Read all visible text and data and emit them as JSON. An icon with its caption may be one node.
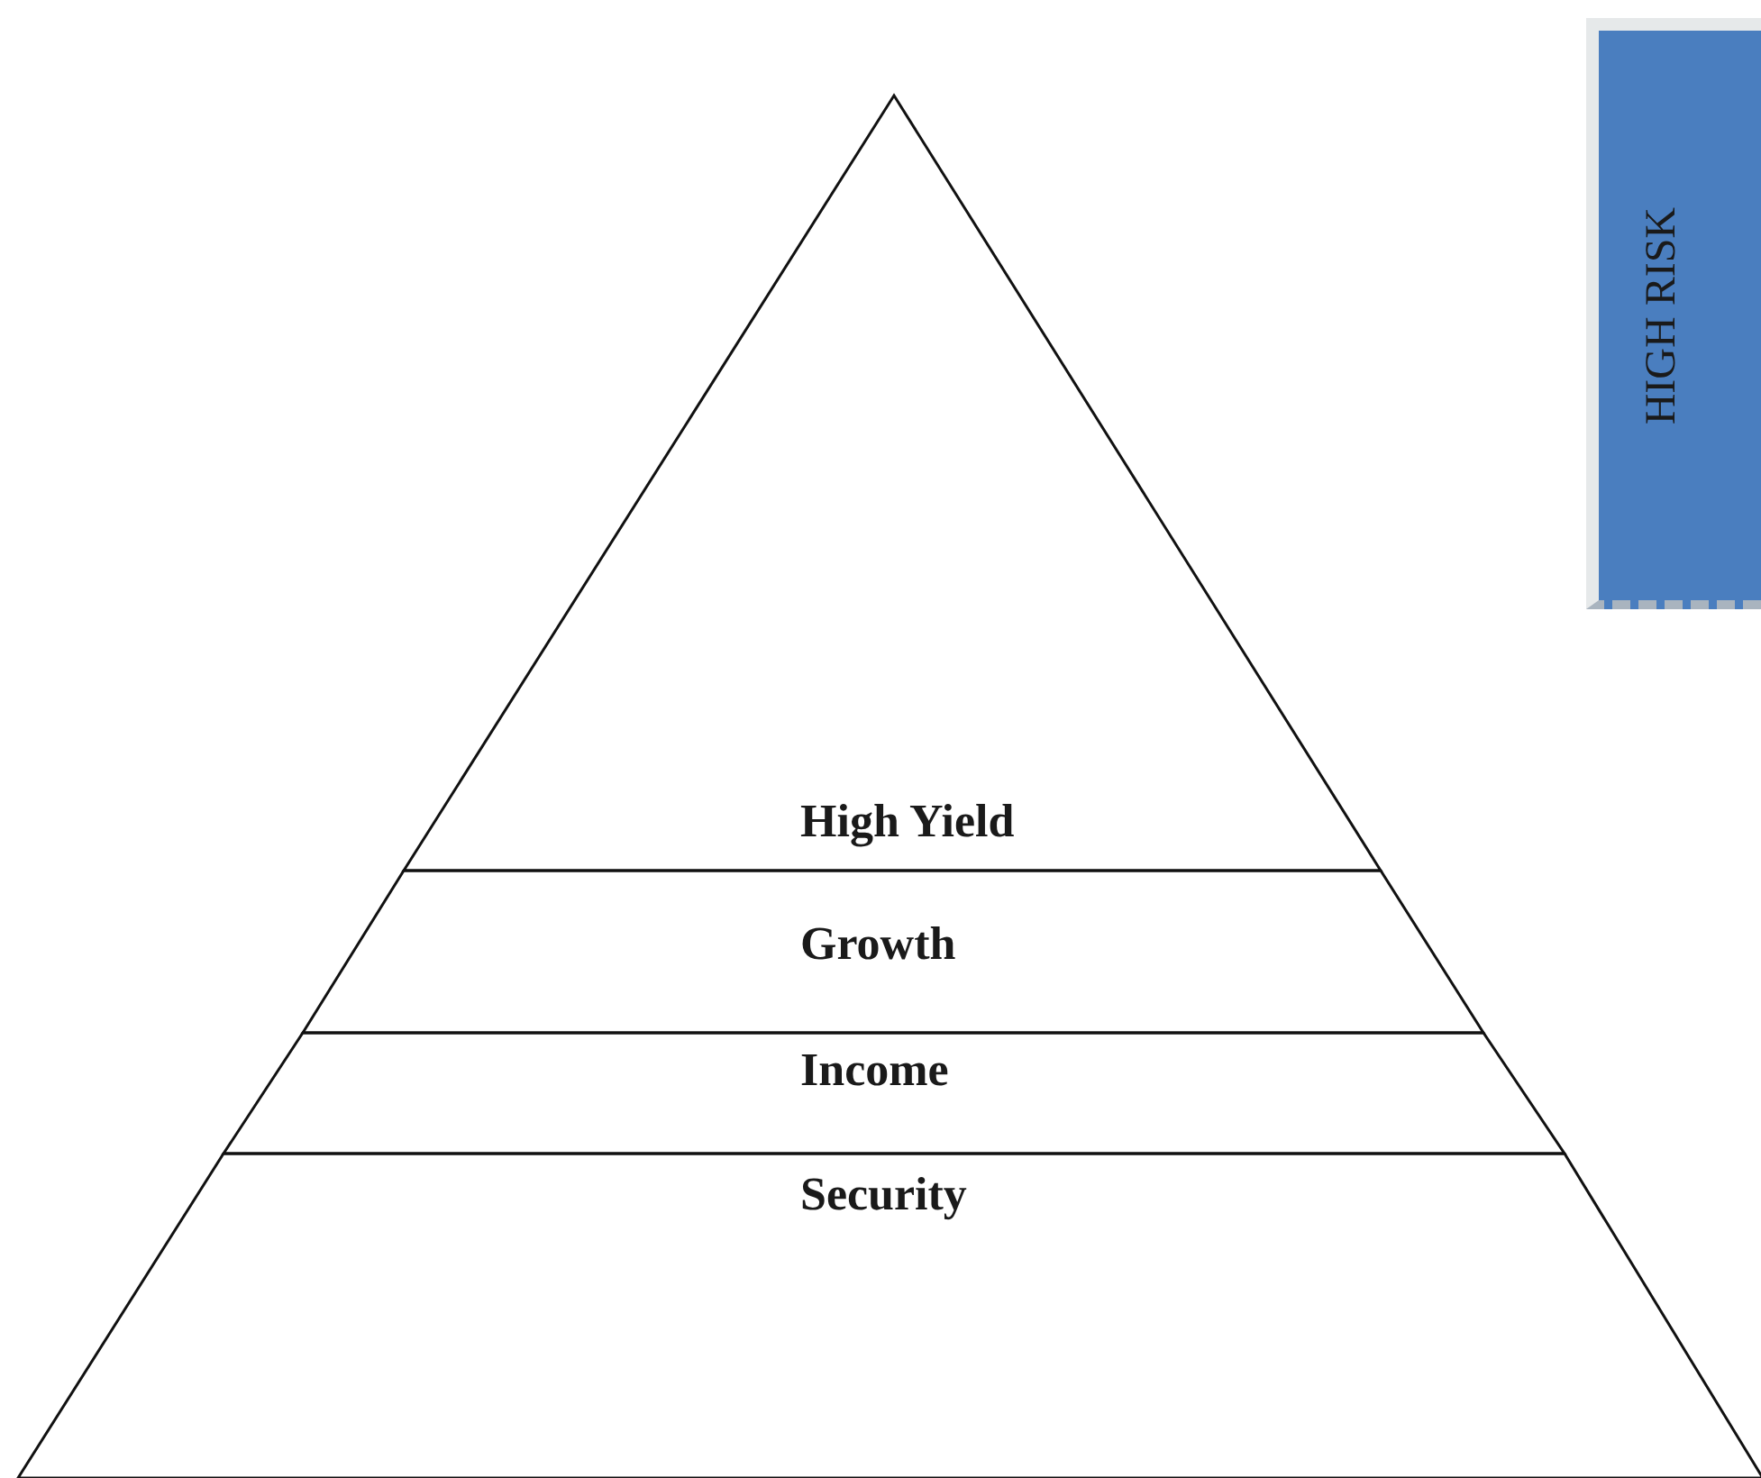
{
  "diagram": {
    "nodes": [
      {
        "text": [
          "High Yield"
        ]
      },
      {
        "text": [
          "Growth"
        ]
      },
      {
        "text": [
          "Income"
        ]
      },
      {
        "text": [
          "Security"
        ]
      },
      {
        "text": [
          "HIGH RISK"
        ]
      }
    ]
  }
}
